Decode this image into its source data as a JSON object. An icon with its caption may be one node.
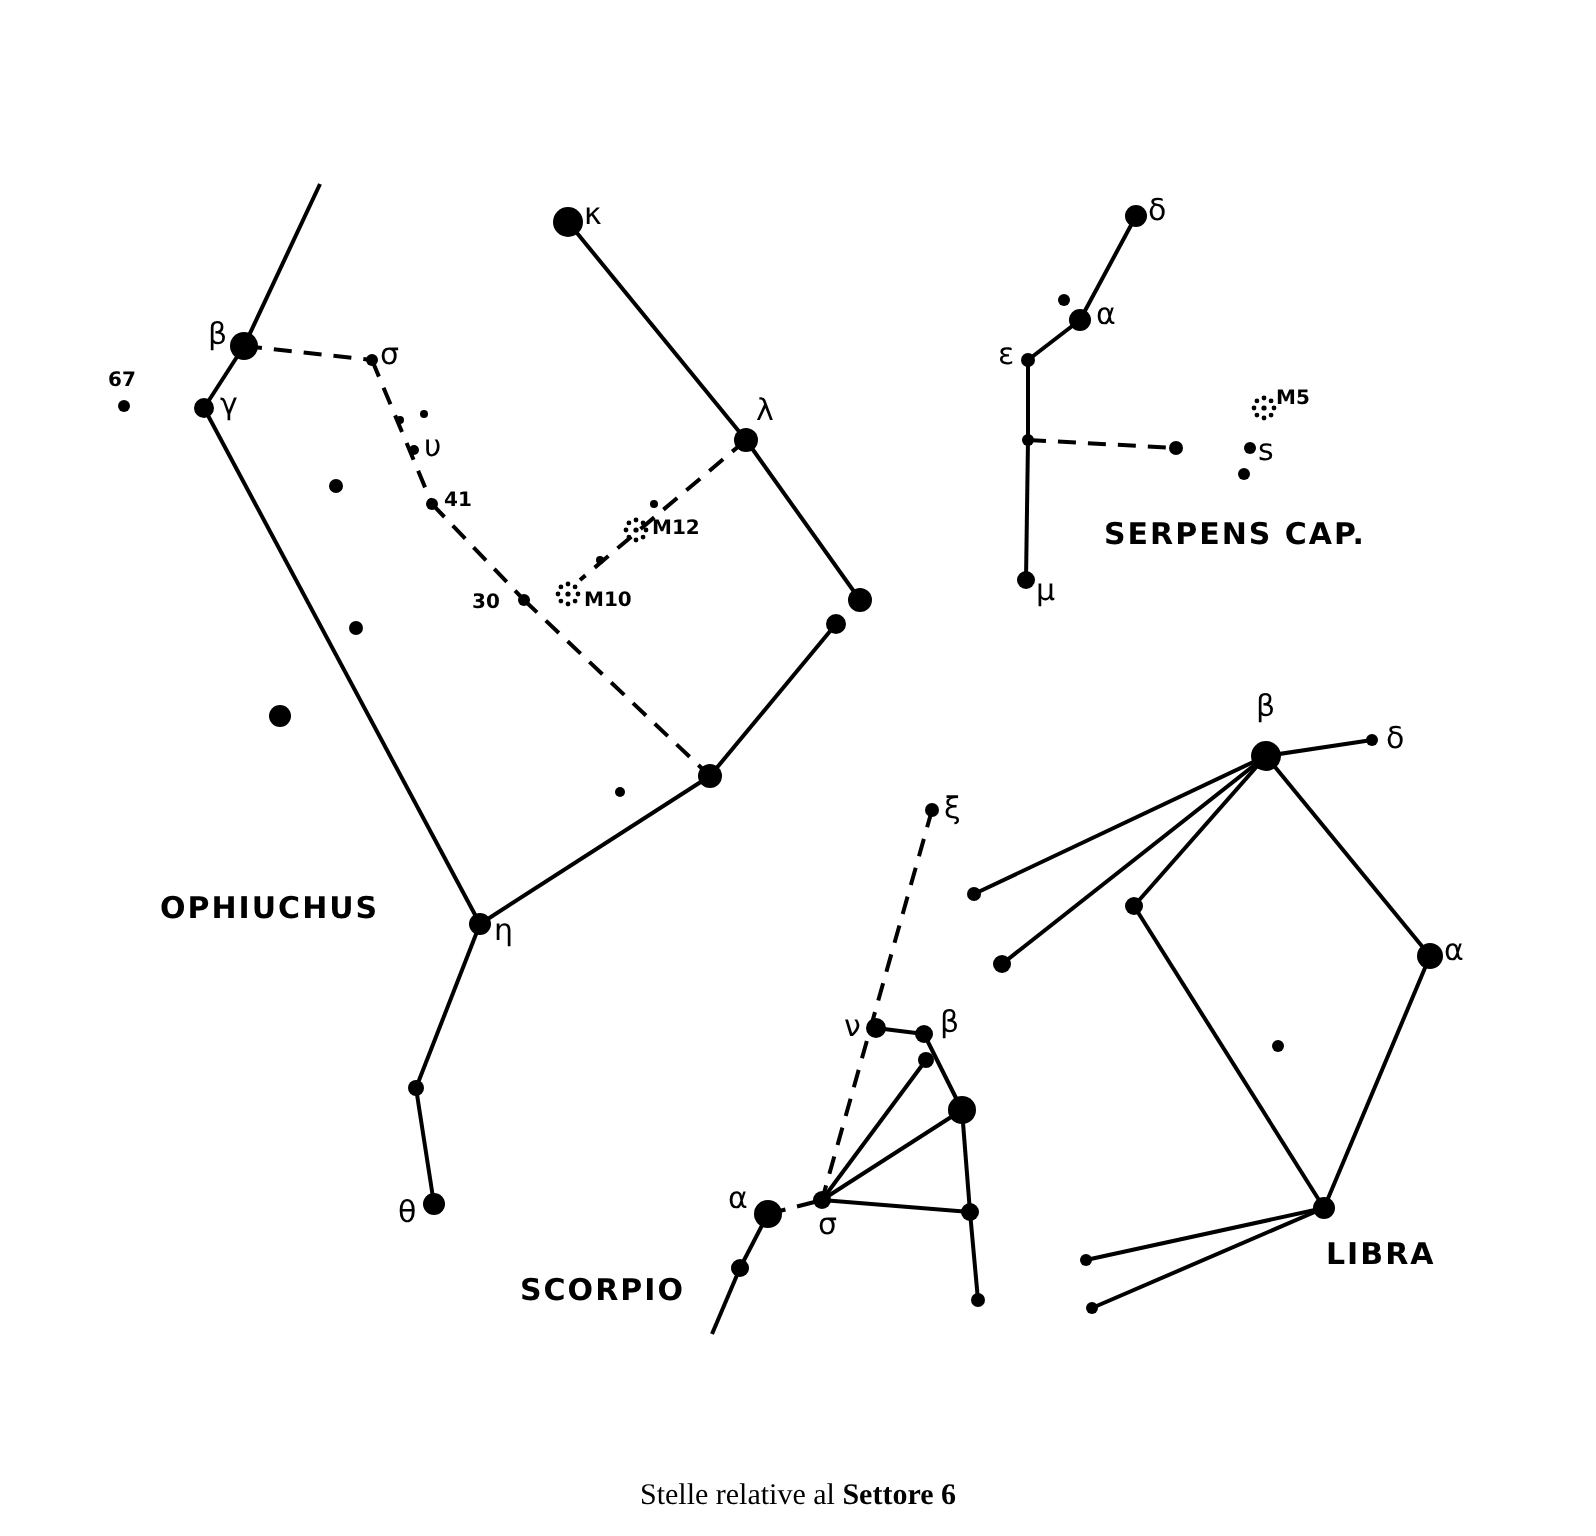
{
  "diagram": {
    "caption": "Stelle relative al **Settore 6**",
    "labels": [
      "κ",
      "δ",
      "β",
      "σ",
      "α",
      "67",
      "γ",
      "ε",
      "λ",
      "υ",
      "M5",
      "41",
      "s",
      "M12",
      "SERPENS CAP.",
      "30",
      "M10",
      "μ",
      "β",
      "δ",
      "ξ",
      "OPHIUCHUS",
      "η",
      "α",
      "ν",
      "β",
      "θ",
      "α",
      "σ",
      "LIBRA",
      "SCORPIO"
    ]
  }
}
